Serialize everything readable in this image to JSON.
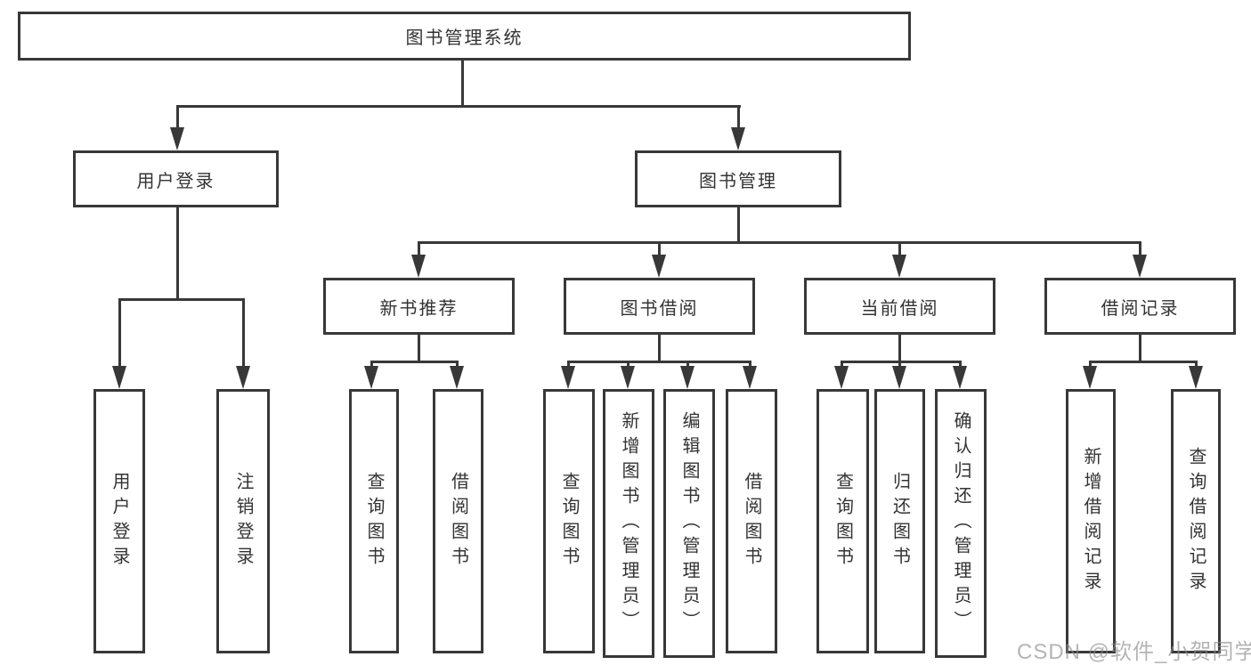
{
  "diagram": {
    "type": "hierarchy",
    "tree": {
      "label": "图书管理系统",
      "children": [
        {
          "label": "用户登录",
          "children": [
            {
              "label": "用户登录"
            },
            {
              "label": "注销登录"
            }
          ]
        },
        {
          "label": "图书管理",
          "children": [
            {
              "label": "新书推荐",
              "children": [
                {
                  "label": "查询图书"
                },
                {
                  "label": "借阅图书"
                }
              ]
            },
            {
              "label": "图书借阅",
              "children": [
                {
                  "label": "查询图书"
                },
                {
                  "label": "新增图书（管理员）"
                },
                {
                  "label": "编辑图书（管理员）"
                },
                {
                  "label": "借阅图书"
                }
              ]
            },
            {
              "label": "当前借阅",
              "children": [
                {
                  "label": "查询图书"
                },
                {
                  "label": "归还图书"
                },
                {
                  "label": "确认归还（管理员）"
                }
              ]
            },
            {
              "label": "借阅记录",
              "children": [
                {
                  "label": "新增借阅记录"
                },
                {
                  "label": "查询借阅记录"
                }
              ]
            }
          ]
        }
      ]
    },
    "line_color": "#383838",
    "text_color": "#333333",
    "background_color": "#ffffff"
  },
  "watermark": "CSDN @软件_小贺同学"
}
